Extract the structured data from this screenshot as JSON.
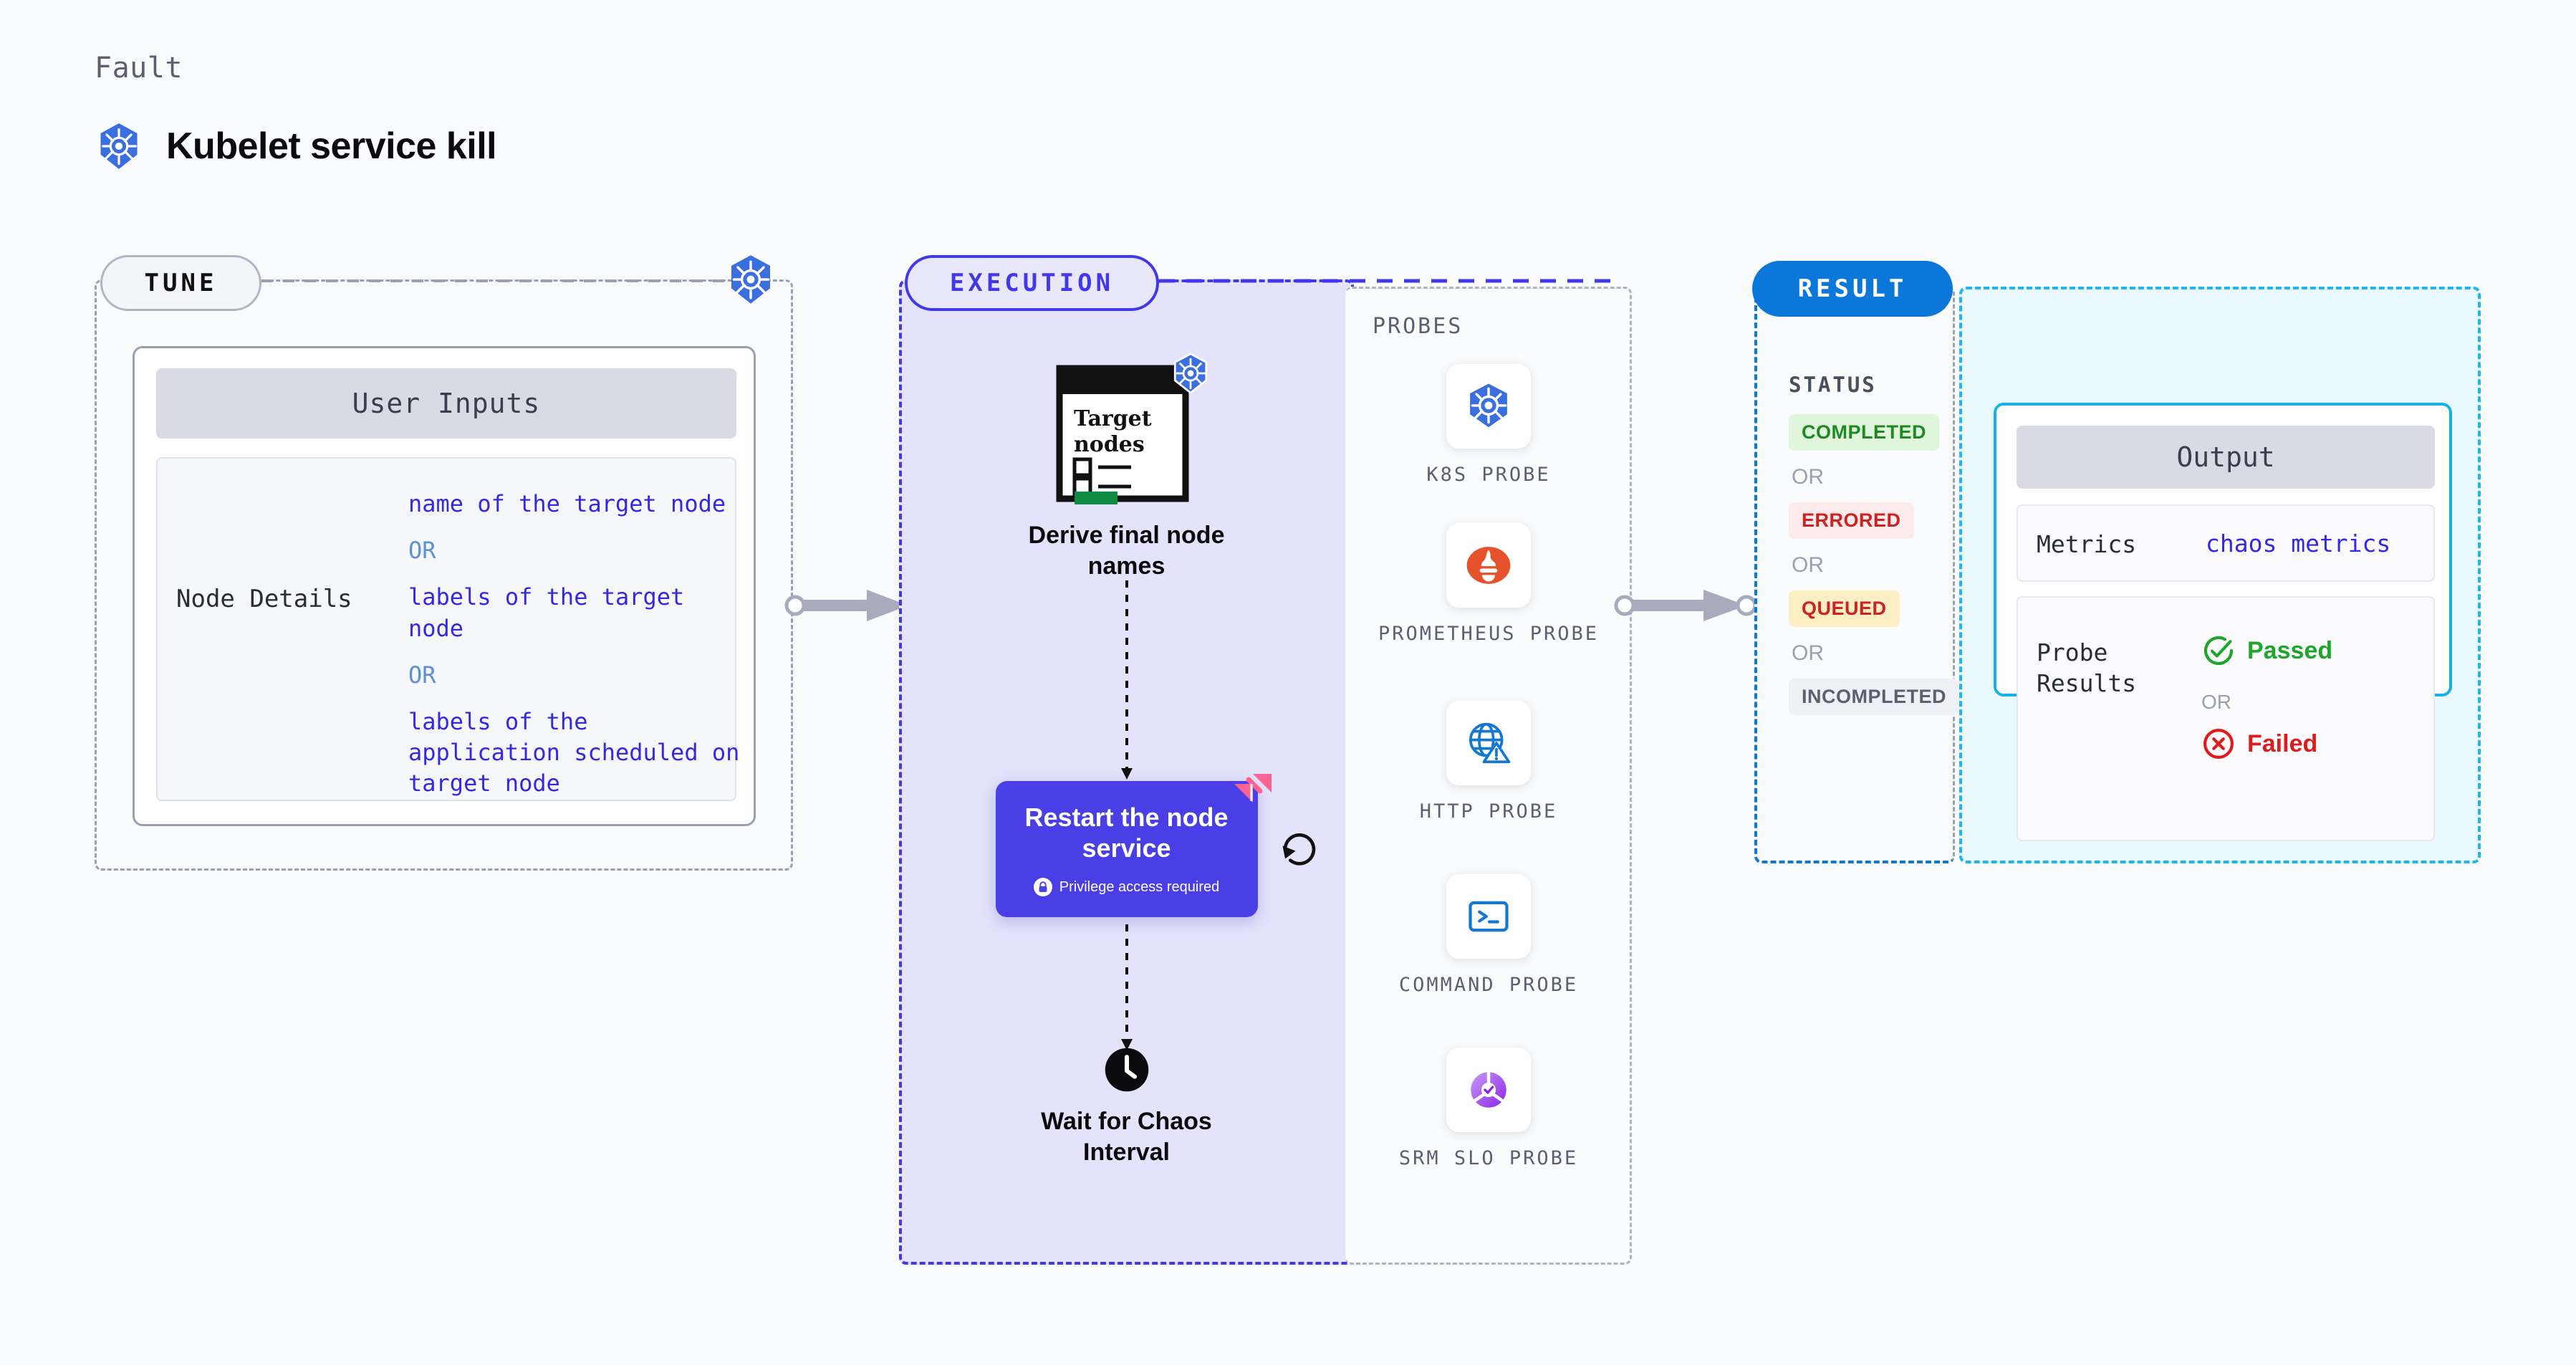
{
  "header": {
    "eyebrow": "Fault",
    "title": "Kubelet service kill",
    "icon": "kubernetes-icon"
  },
  "tune": {
    "badge": "TUNE",
    "corner_icon": "kubernetes-icon",
    "card": {
      "header": "User Inputs",
      "rows": [
        {
          "key": "Node Details",
          "values": [
            "name of the target node",
            "labels of the target node",
            "labels of the application  scheduled on target node"
          ],
          "separator": "OR"
        }
      ]
    }
  },
  "execution": {
    "badge": "EXECUTION",
    "nodes": [
      {
        "id": "derive-final-node-names",
        "label": "Derive final node names",
        "card_title": "Target nodes",
        "card_icon": "kubernetes-icon",
        "checklist_items": 3
      },
      {
        "id": "restart-the-node-service",
        "label": "Restart the node service",
        "note": "Privilege access required",
        "note_icon": "lock-icon",
        "corner_icon": "harness-icon",
        "side_icon": "refresh-icon"
      },
      {
        "id": "wait-for-chaos-interval",
        "label": "Wait for Chaos Interval",
        "icon": "clock-icon"
      }
    ]
  },
  "probes": {
    "title": "PROBES",
    "items": [
      {
        "label": "K8S  PROBE",
        "icon": "kubernetes-icon"
      },
      {
        "label": "PROMETHEUS PROBE",
        "icon": "prometheus-icon"
      },
      {
        "label": "HTTP  PROBE",
        "icon": "globe-warning-icon"
      },
      {
        "label": "COMMAND PROBE",
        "icon": "terminal-icon"
      },
      {
        "label": "SRM SLO PROBE",
        "icon": "srm-slo-icon"
      }
    ]
  },
  "result": {
    "badge": "RESULT",
    "status_title": "STATUS",
    "separator": "OR",
    "statuses": [
      {
        "label": "COMPLETED",
        "bg": "#dff5dc",
        "fg": "#1f8a22"
      },
      {
        "label": "ERRORED",
        "bg": "#fdeaea",
        "fg": "#cc2222"
      },
      {
        "label": "QUEUED",
        "bg": "#fdeec4",
        "fg": "#cc2222"
      },
      {
        "label": "INCOMPLETED",
        "bg": "#eff0f5",
        "fg": "#5b6071"
      }
    ]
  },
  "output": {
    "header": "Output",
    "metrics_key": "Metrics",
    "metrics_value": "chaos metrics",
    "probe_results_key": "Probe Results",
    "passed_label": "Passed",
    "failed_label": "Failed",
    "separator": "OR",
    "passed_icon": "check-circle-icon",
    "failed_icon": "x-circle-icon"
  },
  "connectors": {
    "tune_to_execution": "arrow-right",
    "probes_to_result": "arrow-right"
  }
}
